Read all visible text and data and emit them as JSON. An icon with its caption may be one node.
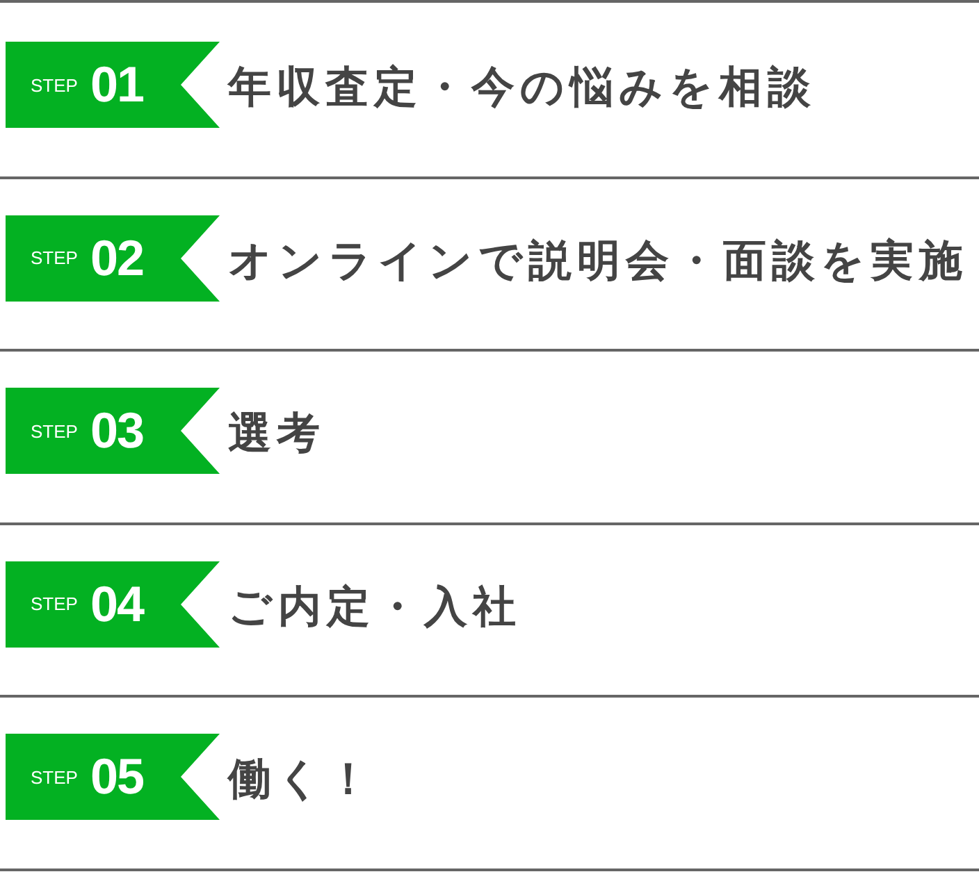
{
  "diagram": {
    "nodes": [
      {
        "text": [
          "STEP",
          "01"
        ],
        "beside": [
          "年収査定・今の悩みを相談"
        ]
      },
      {
        "text": [
          "STEP",
          "02"
        ],
        "beside": [
          "オンラインで説明会・面談を実施"
        ]
      },
      {
        "text": [
          "STEP",
          "03"
        ],
        "beside": [
          "選考"
        ]
      },
      {
        "text": [
          "STEP",
          "04"
        ],
        "beside": [
          "ご内定・入社"
        ]
      },
      {
        "text": [
          "STEP",
          "05"
        ],
        "beside": [
          "働く！"
        ]
      }
    ]
  }
}
